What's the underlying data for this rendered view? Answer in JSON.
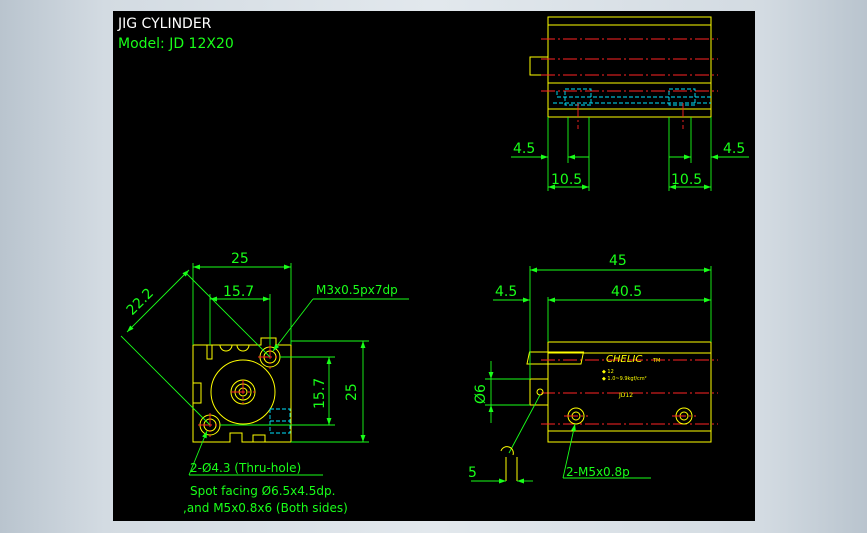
{
  "title": {
    "line1": "JIG CYLINDER",
    "line2": "Model:  JD  12X20"
  },
  "top_view": {
    "dim_left_offset": "4.5",
    "dim_right_offset": "4.5",
    "dim_left_span": "10.5",
    "dim_right_span": "10.5"
  },
  "front_view": {
    "dim_width": "25",
    "dim_inner_width": "15.7",
    "dim_diagonal": "22.2",
    "dim_height": "25",
    "dim_inner_height": "15.7",
    "note_tap": "M3x0.5px7dp",
    "note_hole_1": "2-Ø4.3  (Thru-hole)",
    "note_hole_2": "Spot facing  Ø6.5x4.5dp.",
    "note_hole_3": ",and  M5x0.8x6  (Both sides)"
  },
  "side_view": {
    "dim_length": "45",
    "dim_offset": "4.5",
    "dim_body": "40.5",
    "dim_rod_dia": "Ø6",
    "dim_rod_len": "5",
    "note_port": "2-M5x0.8p",
    "label_brand": "CHELIC",
    "label_brand_suffix": "TM",
    "label_model": "JD12",
    "label_line1": "◆  12",
    "label_line2": "◆  1.0~9.9kgf/cm²"
  },
  "colors": {
    "background": "#000000",
    "outline": "#ffff00",
    "dimension": "#19ff19",
    "centerline": "#ff2424",
    "hidden": "#00e5ff"
  }
}
